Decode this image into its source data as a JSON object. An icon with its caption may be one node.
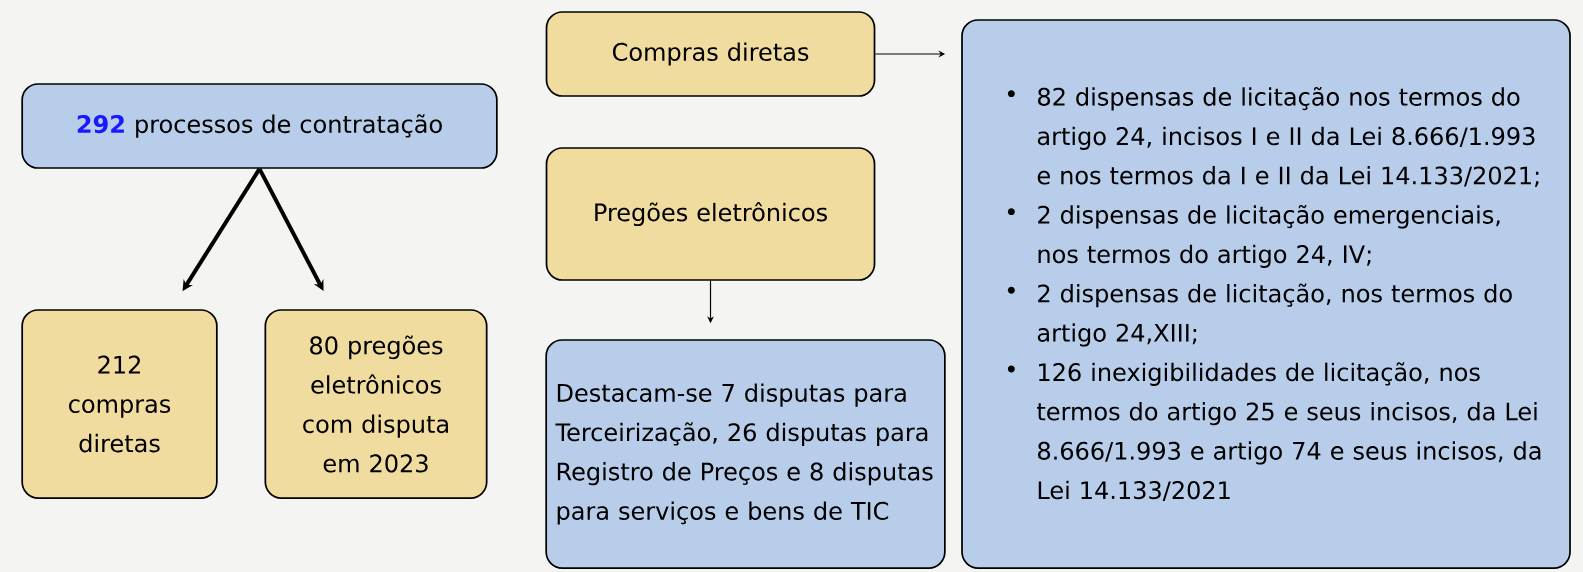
{
  "diagram": {
    "nodes": [
      {
        "text": [
          "**292** processos de contratação"
        ]
      },
      {
        "text": [
          "212 compras diretas"
        ]
      },
      {
        "text": [
          "80 pregões eletrônicos com disputa em 2023"
        ]
      },
      {
        "text": [
          "Compras diretas"
        ]
      },
      {
        "text": [
          "Pregões eletrônicos"
        ]
      },
      {
        "text": [
          "Destacam-se 7 disputas para Terceirização, 26 disputas para Registro de Preços e 8 disputas para serviços e bens de TIC"
        ]
      },
      {
        "text": [
          "82 dispensas de licitação nos termos do artigo 24, incisos I e II da Lei 8.666/1.993 e nos termos da I e II da Lei 14.133/2021;",
          "2 dispensas de licitação emergenciais, nos termos do artigo 24, IV;",
          "2 dispensas de licitação, nos termos do artigo 24,XIII;",
          "126 inexigibilidades de licitação, nos termos do artigo 25 e seus incisos, da Lei 8.666/1.993 e artigo 74 e seus incisos, da Lei 14.133/2021"
        ]
      }
    ],
    "edges": [
      {
        "from": 0,
        "to": 1,
        "arrow": "to",
        "style": "thick"
      },
      {
        "from": 0,
        "to": 2,
        "arrow": "to",
        "style": "thick"
      },
      {
        "from": 3,
        "to": 6,
        "arrow": "to"
      },
      {
        "from": 4,
        "to": 5,
        "arrow": "to"
      }
    ]
  }
}
